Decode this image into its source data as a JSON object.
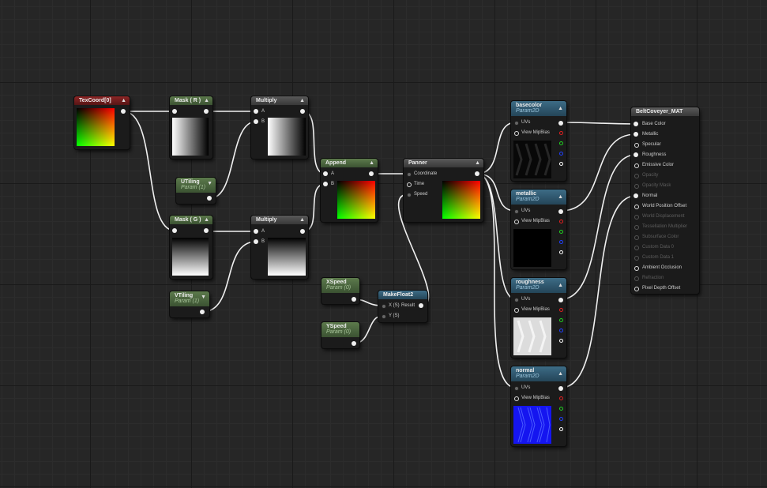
{
  "colors": {
    "header_red": "#8c2626",
    "header_green": "#5c7a4c",
    "header_blue": "#3d6c86",
    "header_gray": "#5a5a5a",
    "wire": "#f0f0f0",
    "pin_red": "#e02020",
    "pin_green": "#20d020",
    "pin_blue": "#2040ff"
  },
  "nodes": {
    "texcoord": {
      "title": "TexCoord[0]"
    },
    "mask_r": {
      "title": "Mask ( R )"
    },
    "mask_g": {
      "title": "Mask ( G )"
    },
    "utiling": {
      "title": "UTiling",
      "subtitle": "Param (1)"
    },
    "vtiling": {
      "title": "VTiling",
      "subtitle": "Param (1)"
    },
    "multiply_top": {
      "title": "Multiply",
      "pin_a": "A",
      "pin_b": "B"
    },
    "multiply_bottom": {
      "title": "Multiply",
      "pin_a": "A",
      "pin_b": "B"
    },
    "append": {
      "title": "Append",
      "pin_a": "A",
      "pin_b": "B"
    },
    "panner": {
      "title": "Panner",
      "pin_coordinate": "Coordinate",
      "pin_time": "Time",
      "pin_speed": "Speed"
    },
    "xspeed": {
      "title": "XSpeed",
      "subtitle": "Param (0)"
    },
    "yspeed": {
      "title": "YSpeed",
      "subtitle": "Param (0)"
    },
    "makefloat2": {
      "title": "MakeFloat2",
      "pin_x": "X (S)",
      "pin_y": "Y (S)",
      "pin_result": "Result"
    },
    "basecolor": {
      "title": "basecolor",
      "subtitle": "Param2D",
      "pin_uvs": "UVs",
      "pin_mip": "View MipBias"
    },
    "metallic": {
      "title": "metallic",
      "subtitle": "Param2D",
      "pin_uvs": "UVs",
      "pin_mip": "View MipBias"
    },
    "roughness": {
      "title": "roughness",
      "subtitle": "Param2D",
      "pin_uvs": "UVs",
      "pin_mip": "View MipBias"
    },
    "normal": {
      "title": "normal",
      "subtitle": "Param2D",
      "pin_uvs": "UVs",
      "pin_mip": "View MipBias"
    }
  },
  "material": {
    "title": "BeltCoveyer_MAT",
    "inputs": [
      {
        "label": "Base Color",
        "enabled": true,
        "connected": true
      },
      {
        "label": "Metallic",
        "enabled": true,
        "connected": true
      },
      {
        "label": "Specular",
        "enabled": true,
        "connected": false
      },
      {
        "label": "Roughness",
        "enabled": true,
        "connected": true
      },
      {
        "label": "Emissive Color",
        "enabled": true,
        "connected": false
      },
      {
        "label": "Opacity",
        "enabled": false,
        "connected": false
      },
      {
        "label": "Opacity Mask",
        "enabled": false,
        "connected": false
      },
      {
        "label": "Normal",
        "enabled": true,
        "connected": true
      },
      {
        "label": "World Position Offset",
        "enabled": true,
        "connected": false
      },
      {
        "label": "World Displacement",
        "enabled": false,
        "connected": false
      },
      {
        "label": "Tessellation Multiplier",
        "enabled": false,
        "connected": false
      },
      {
        "label": "Subsurface Color",
        "enabled": false,
        "connected": false
      },
      {
        "label": "Custom Data 0",
        "enabled": false,
        "connected": false
      },
      {
        "label": "Custom Data 1",
        "enabled": false,
        "connected": false
      },
      {
        "label": "Ambient Occlusion",
        "enabled": true,
        "connected": false
      },
      {
        "label": "Refraction",
        "enabled": false,
        "connected": false
      },
      {
        "label": "Pixel Depth Offset",
        "enabled": true,
        "connected": false
      }
    ]
  }
}
